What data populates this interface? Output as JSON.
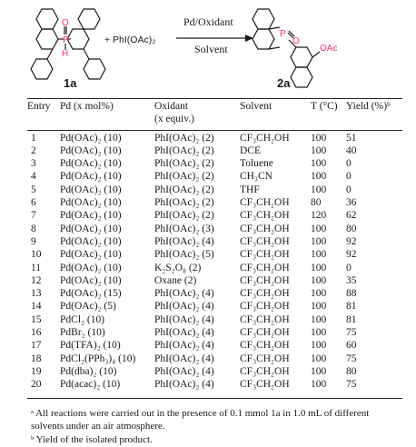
{
  "scheme": {
    "reactant_label": "1a",
    "product_label": "2a",
    "reagent": "+ PhI(OAc)₂",
    "condition_above_arrow": "Pd/Oxidant",
    "condition_below_arrow": "Solvent",
    "atoms": {
      "p1": "P",
      "o1": "O",
      "h1": "H",
      "p2": "P",
      "o2": "O",
      "oac": "OAc"
    }
  },
  "table": {
    "headers": {
      "entry": "Entry",
      "pd": "Pd (x mol%)",
      "oxidant": "Oxidant",
      "oxidant_sub": "(x equiv.)",
      "solvent": "Solvent",
      "temp": "T (°C)",
      "yield": "Yield (%)ᵇ"
    },
    "rows": [
      {
        "entry": "1",
        "pd": "Pd(OAc)₂ (10)",
        "oxidant": "PhI(OAc)₂ (2)",
        "solvent": "CF₃CH₂OH",
        "temp": "100",
        "yield": "51"
      },
      {
        "entry": "2",
        "pd": "Pd(OAc)₂ (10)",
        "oxidant": "PhI(OAc)₂ (2)",
        "solvent": "DCE",
        "temp": "100",
        "yield": "40"
      },
      {
        "entry": "3",
        "pd": "Pd(OAc)₂ (10)",
        "oxidant": "PhI(OAc)₂ (2)",
        "solvent": "Toluene",
        "temp": "100",
        "yield": "0"
      },
      {
        "entry": "4",
        "pd": "Pd(OAc)₂ (10)",
        "oxidant": "PhI(OAc)₂ (2)",
        "solvent": "CH₃CN",
        "temp": "100",
        "yield": "0"
      },
      {
        "entry": "5",
        "pd": "Pd(OAc)₂ (10)",
        "oxidant": "PhI(OAc)₂ (2)",
        "solvent": "THF",
        "temp": "100",
        "yield": "0"
      },
      {
        "entry": "6",
        "pd": "Pd(OAc)₂ (10)",
        "oxidant": "PhI(OAc)₂ (2)",
        "solvent": "CF₃CH₂OH",
        "temp": "80",
        "yield": "36"
      },
      {
        "entry": "7",
        "pd": "Pd(OAc)₂ (10)",
        "oxidant": "PhI(OAc)₂ (2)",
        "solvent": "CF₃CH₂OH",
        "temp": "120",
        "yield": "62"
      },
      {
        "entry": "8",
        "pd": "Pd(OAc)₂ (10)",
        "oxidant": "PhI(OAc)₂ (3)",
        "solvent": "CF₃CH₂OH",
        "temp": "100",
        "yield": "80"
      },
      {
        "entry": "9",
        "pd": "Pd(OAc)₂ (10)",
        "oxidant": "PhI(OAc)₂ (4)",
        "solvent": "CF₃CH₂OH",
        "temp": "100",
        "yield": "92"
      },
      {
        "entry": "10",
        "pd": "Pd(OAc)₂ (10)",
        "oxidant": "PhI(OAc)₂ (5)",
        "solvent": "CF₃CH₂OH",
        "temp": "100",
        "yield": "92"
      },
      {
        "entry": "11",
        "pd": "Pd(OAc)₂ (10)",
        "oxidant": "K₂S₂O₈ (2)",
        "solvent": "CF₃CH₂OH",
        "temp": "100",
        "yield": "0"
      },
      {
        "entry": "12",
        "pd": "Pd(OAc)₂ (10)",
        "oxidant": "Oxane (2)",
        "solvent": "CF₃CH₂OH",
        "temp": "100",
        "yield": "35"
      },
      {
        "entry": "13",
        "pd": "Pd(OAc)₂ (15)",
        "oxidant": "PhI(OAc)₂ (4)",
        "solvent": "CF₃CH₂OH",
        "temp": "100",
        "yield": "88"
      },
      {
        "entry": "14",
        "pd": "Pd(OAc)₂ (5)",
        "oxidant": "PhI(OAc)₂ (4)",
        "solvent": "CF₃CH₂OH",
        "temp": "100",
        "yield": "81"
      },
      {
        "entry": "15",
        "pd": "PdCl₂ (10)",
        "oxidant": "PhI(OAc)₂ (4)",
        "solvent": "CF₃CH₂OH",
        "temp": "100",
        "yield": "81"
      },
      {
        "entry": "16",
        "pd": "PdBr₂ (10)",
        "oxidant": "PhI(OAc)₂ (4)",
        "solvent": "CF₃CH₂OH",
        "temp": "100",
        "yield": "75"
      },
      {
        "entry": "17",
        "pd": "Pd(TFA)₂ (10)",
        "oxidant": "PhI(OAc)₂ (4)",
        "solvent": "CF₃CH₂OH",
        "temp": "100",
        "yield": "60"
      },
      {
        "entry": "18",
        "pd": "PdCl₂(PPh₃)₄ (10)",
        "oxidant": "PhI(OAc)₂ (4)",
        "solvent": "CF₃CH₂OH",
        "temp": "100",
        "yield": "75"
      },
      {
        "entry": "19",
        "pd": "Pd(dba)₂ (10)",
        "oxidant": "PhI(OAc)₂ (4)",
        "solvent": "CF₃CH₂OH",
        "temp": "100",
        "yield": "80"
      },
      {
        "entry": "20",
        "pd": "Pd(acac)₂ (10)",
        "oxidant": "PhI(OAc)₂ (4)",
        "solvent": "CF₃CH₂OH",
        "temp": "100",
        "yield": "75"
      }
    ]
  },
  "footnotes": {
    "a": "ᵃ All reactions were carried out in the presence of 0.1 mmol 1a in 1.0 mL of different solvents under an air atmosphere.",
    "b": "ᵇ Yield of the isolated product."
  }
}
